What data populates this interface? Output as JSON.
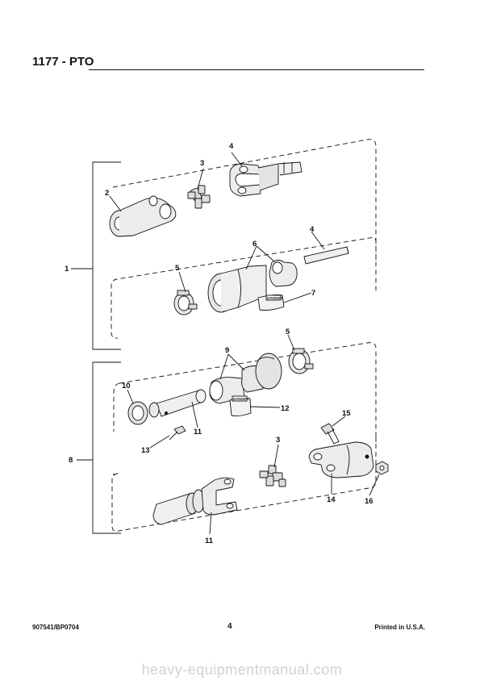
{
  "header": {
    "title": "1177 - PTO"
  },
  "callouts": {
    "c1": "1",
    "c2": "2",
    "c3a": "3",
    "c3b": "3",
    "c4a": "4",
    "c4b": "4",
    "c5a": "5",
    "c5b": "5",
    "c6": "6",
    "c7": "7",
    "c8": "8",
    "c9": "9",
    "c10": "10",
    "c11a": "11",
    "c11b": "11",
    "c12": "12",
    "c13": "13",
    "c14": "14",
    "c15": "15",
    "c16": "16"
  },
  "labels": {
    "danger_a": "DANGER",
    "danger_b": "DANGER"
  },
  "footer": {
    "part_no": "907541/BP0704",
    "page_no": "4",
    "printed": "Printed in U.S.A."
  },
  "watermark": "heavy-equipmentmanual.com"
}
